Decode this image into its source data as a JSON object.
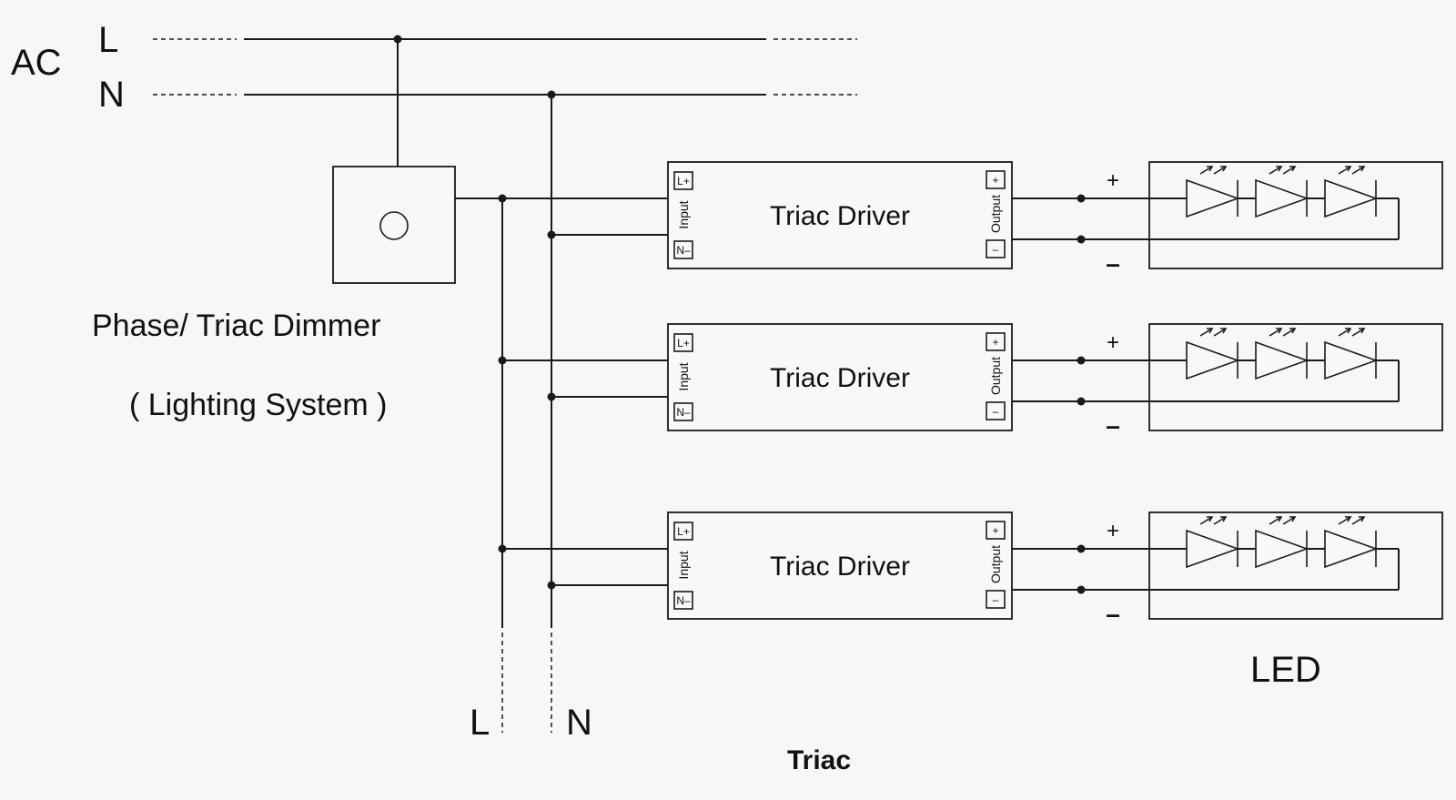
{
  "ac": {
    "label": "AC",
    "line": "L",
    "neutral": "N"
  },
  "dimmer": {
    "title": "Phase/ Triac Dimmer",
    "subtitle": "( Lighting System )"
  },
  "drivers": [
    {
      "label": "Triac Driver",
      "input_label": "Input",
      "output_label": "Output",
      "in_plus": "L+",
      "in_minus": "N–",
      "out_plus": "+",
      "out_minus": "–"
    },
    {
      "label": "Triac Driver",
      "input_label": "Input",
      "output_label": "Output",
      "in_plus": "L+",
      "in_minus": "N–",
      "out_plus": "+",
      "out_minus": "–"
    },
    {
      "label": "Triac Driver",
      "input_label": "Input",
      "output_label": "Output",
      "in_plus": "L+",
      "in_minus": "N–",
      "out_plus": "+",
      "out_minus": "–"
    }
  ],
  "polarity": {
    "plus": "+",
    "minus": "–"
  },
  "led_label": "LED",
  "bus": {
    "line": "L",
    "neutral": "N"
  },
  "caption": "Triac",
  "leds_per_strip": 3
}
